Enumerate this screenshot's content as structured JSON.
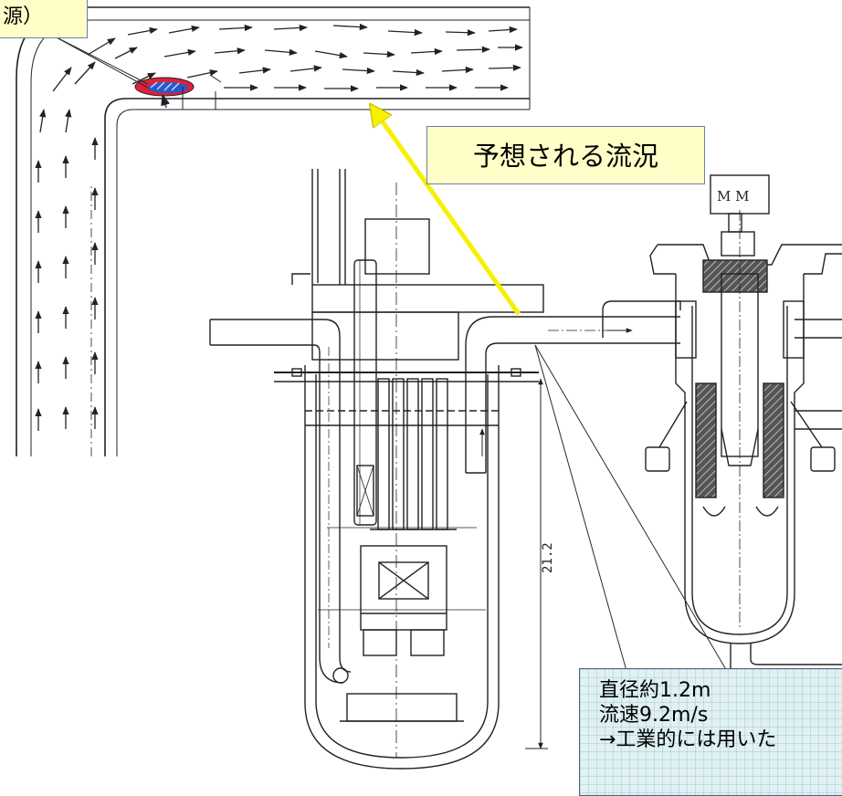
{
  "callouts": {
    "source_label": "源）",
    "expected_flow_label": "予想される流況",
    "spec_lines": [
      "直径約1.2m",
      "流速9.2m/s",
      "→工業的には用いた"
    ]
  },
  "drawing": {
    "dimension_label": "21.2",
    "motor_label": "M M"
  },
  "colors": {
    "callout_fill": "#fffec8",
    "spec_fill": "#dff1f2",
    "pointer_arrow": "#f7f000",
    "hotspot_red": "#e0203a",
    "hotspot_blue": "#2a58c8",
    "line": "#222222"
  }
}
